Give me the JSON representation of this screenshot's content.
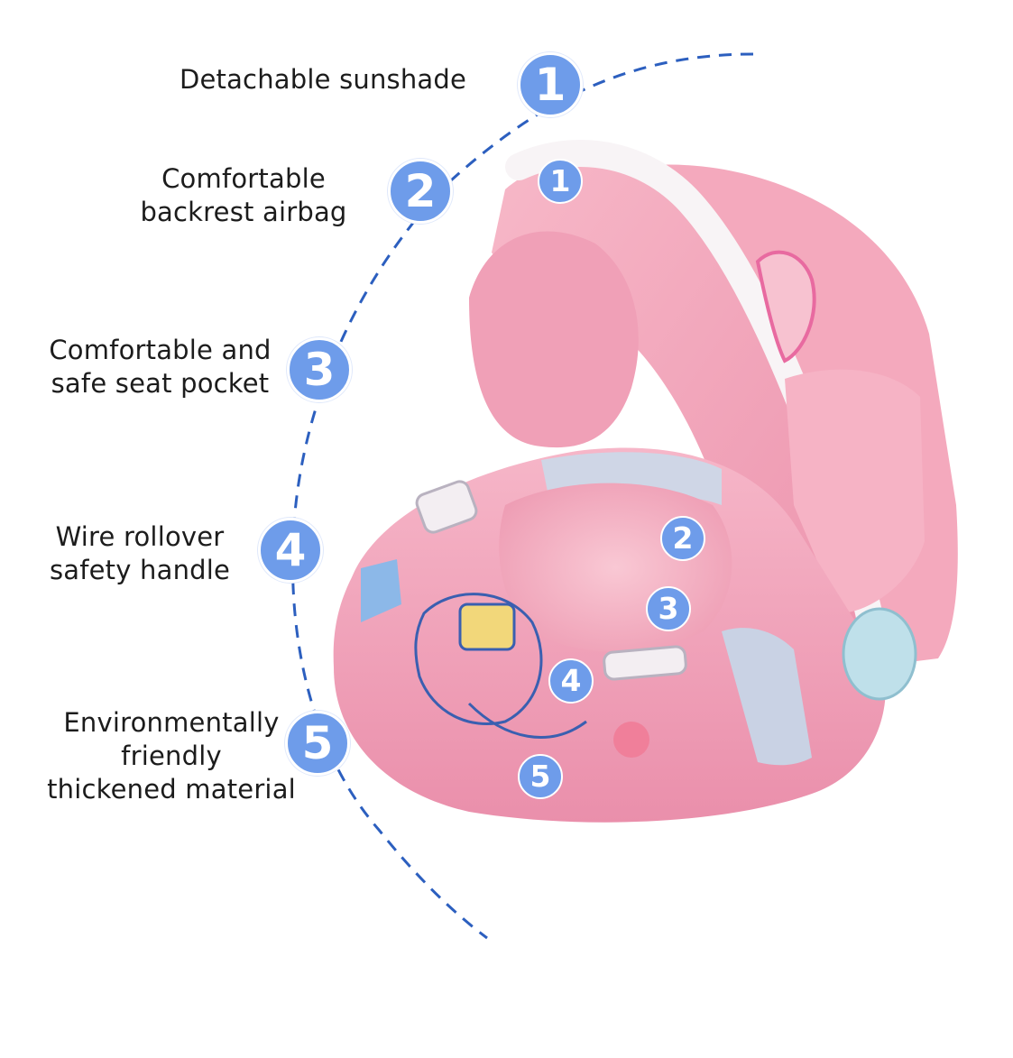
{
  "features": [
    {
      "number": "1",
      "lines": [
        "Detachable sunshade"
      ]
    },
    {
      "number": "2",
      "lines": [
        "Comfortable",
        "backrest airbag"
      ]
    },
    {
      "number": "3",
      "lines": [
        "Comfortable and",
        "safe seat pocket"
      ]
    },
    {
      "number": "4",
      "lines": [
        "Wire rollover",
        "safety handle"
      ]
    },
    {
      "number": "5",
      "lines": [
        "Environmentally",
        "friendly",
        "thickened material"
      ]
    }
  ],
  "product_markers": [
    "1",
    "2",
    "3",
    "4",
    "5"
  ],
  "colors": {
    "badge": "#6e9cea",
    "dashed_arc": "#2c5fbf",
    "float_pink": "#f3a6bd",
    "accent_blue": "#bfe0ea"
  }
}
